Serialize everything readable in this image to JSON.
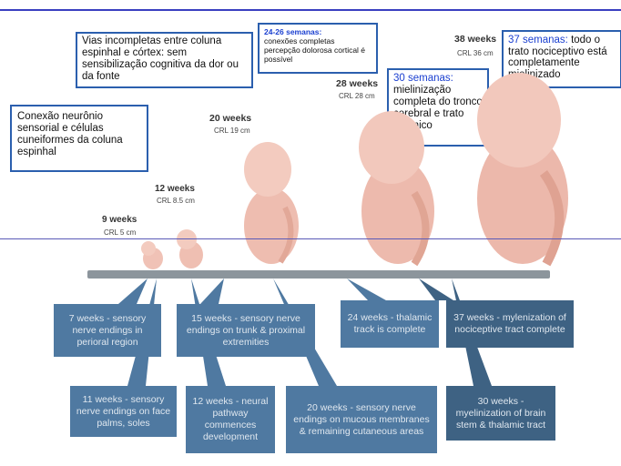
{
  "boxes": [
    {
      "text": "Vias  incompletas entre coluna espinhal e córtex: sem sensibilização cognitiva da dor ou da fonte"
    },
    {
      "title": "24-26 semanas:",
      "text": "conexões completas percepção dolorosa cortical é possível"
    },
    {
      "text": "Conexão  neurônio sensorial e células cuneiformes da coluna espinhal"
    },
    {
      "title": "30 semanas:",
      "text": "mielinização completa  do tronco cerebral e trato talâmico"
    },
    {
      "title": "37 semanas:",
      "text": "todo o trato nociceptivo está completamente mielinizado"
    }
  ],
  "stages": [
    {
      "week": "9 weeks",
      "crl": "CRL 5 cm"
    },
    {
      "week": "12 weeks",
      "crl": "CRL 8.5 cm"
    },
    {
      "week": "20 weeks",
      "crl": "CRL 19 cm"
    },
    {
      "week": "28 weeks",
      "crl": "CRL 28 cm"
    },
    {
      "week": "38 weeks",
      "crl": "CRL 36 cm"
    }
  ],
  "callouts": [
    "7 weeks - sensory nerve endings in perioral region",
    "15 weeks - sensory nerve endings on trunk & proximal extremities",
    "24 weeks - thalamic track is complete",
    "37 weeks - mylenization of nociceptive tract complete",
    "11 weeks - sensory nerve endings on face palms, soles",
    "12 weeks - neural pathway commences development",
    "20 weeks - sensory nerve endings on mucous membranes & remaining cutaneous areas",
    "30 weeks - myelinization of brain stem & thalamic tract"
  ],
  "colors": {
    "accent": "#2b5fae",
    "title_blue": "#1a3fd0",
    "callout": "#4f79a1",
    "bar": "#8c959c",
    "fetus": "#f0c2b6"
  }
}
